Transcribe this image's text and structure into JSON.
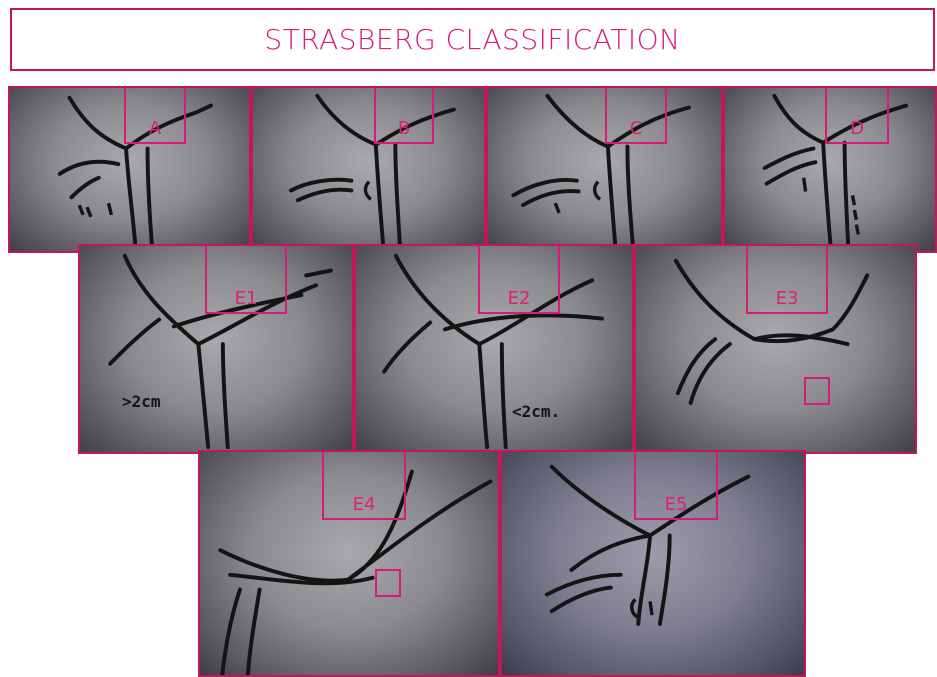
{
  "title": "STRASBERG CLASSIFICATION",
  "panels": [
    {
      "id": "A",
      "label": "A"
    },
    {
      "id": "B",
      "label": "B"
    },
    {
      "id": "C",
      "label": "C"
    },
    {
      "id": "D",
      "label": "D"
    },
    {
      "id": "E1",
      "label": "E1",
      "annotation": ">2cm"
    },
    {
      "id": "E2",
      "label": "E2",
      "annotation": "<2cm."
    },
    {
      "id": "E3",
      "label": "E3"
    },
    {
      "id": "E4",
      "label": "E4"
    },
    {
      "id": "E5",
      "label": "E5"
    }
  ],
  "colors": {
    "accent": "#d81b79",
    "ink": "#141414"
  }
}
